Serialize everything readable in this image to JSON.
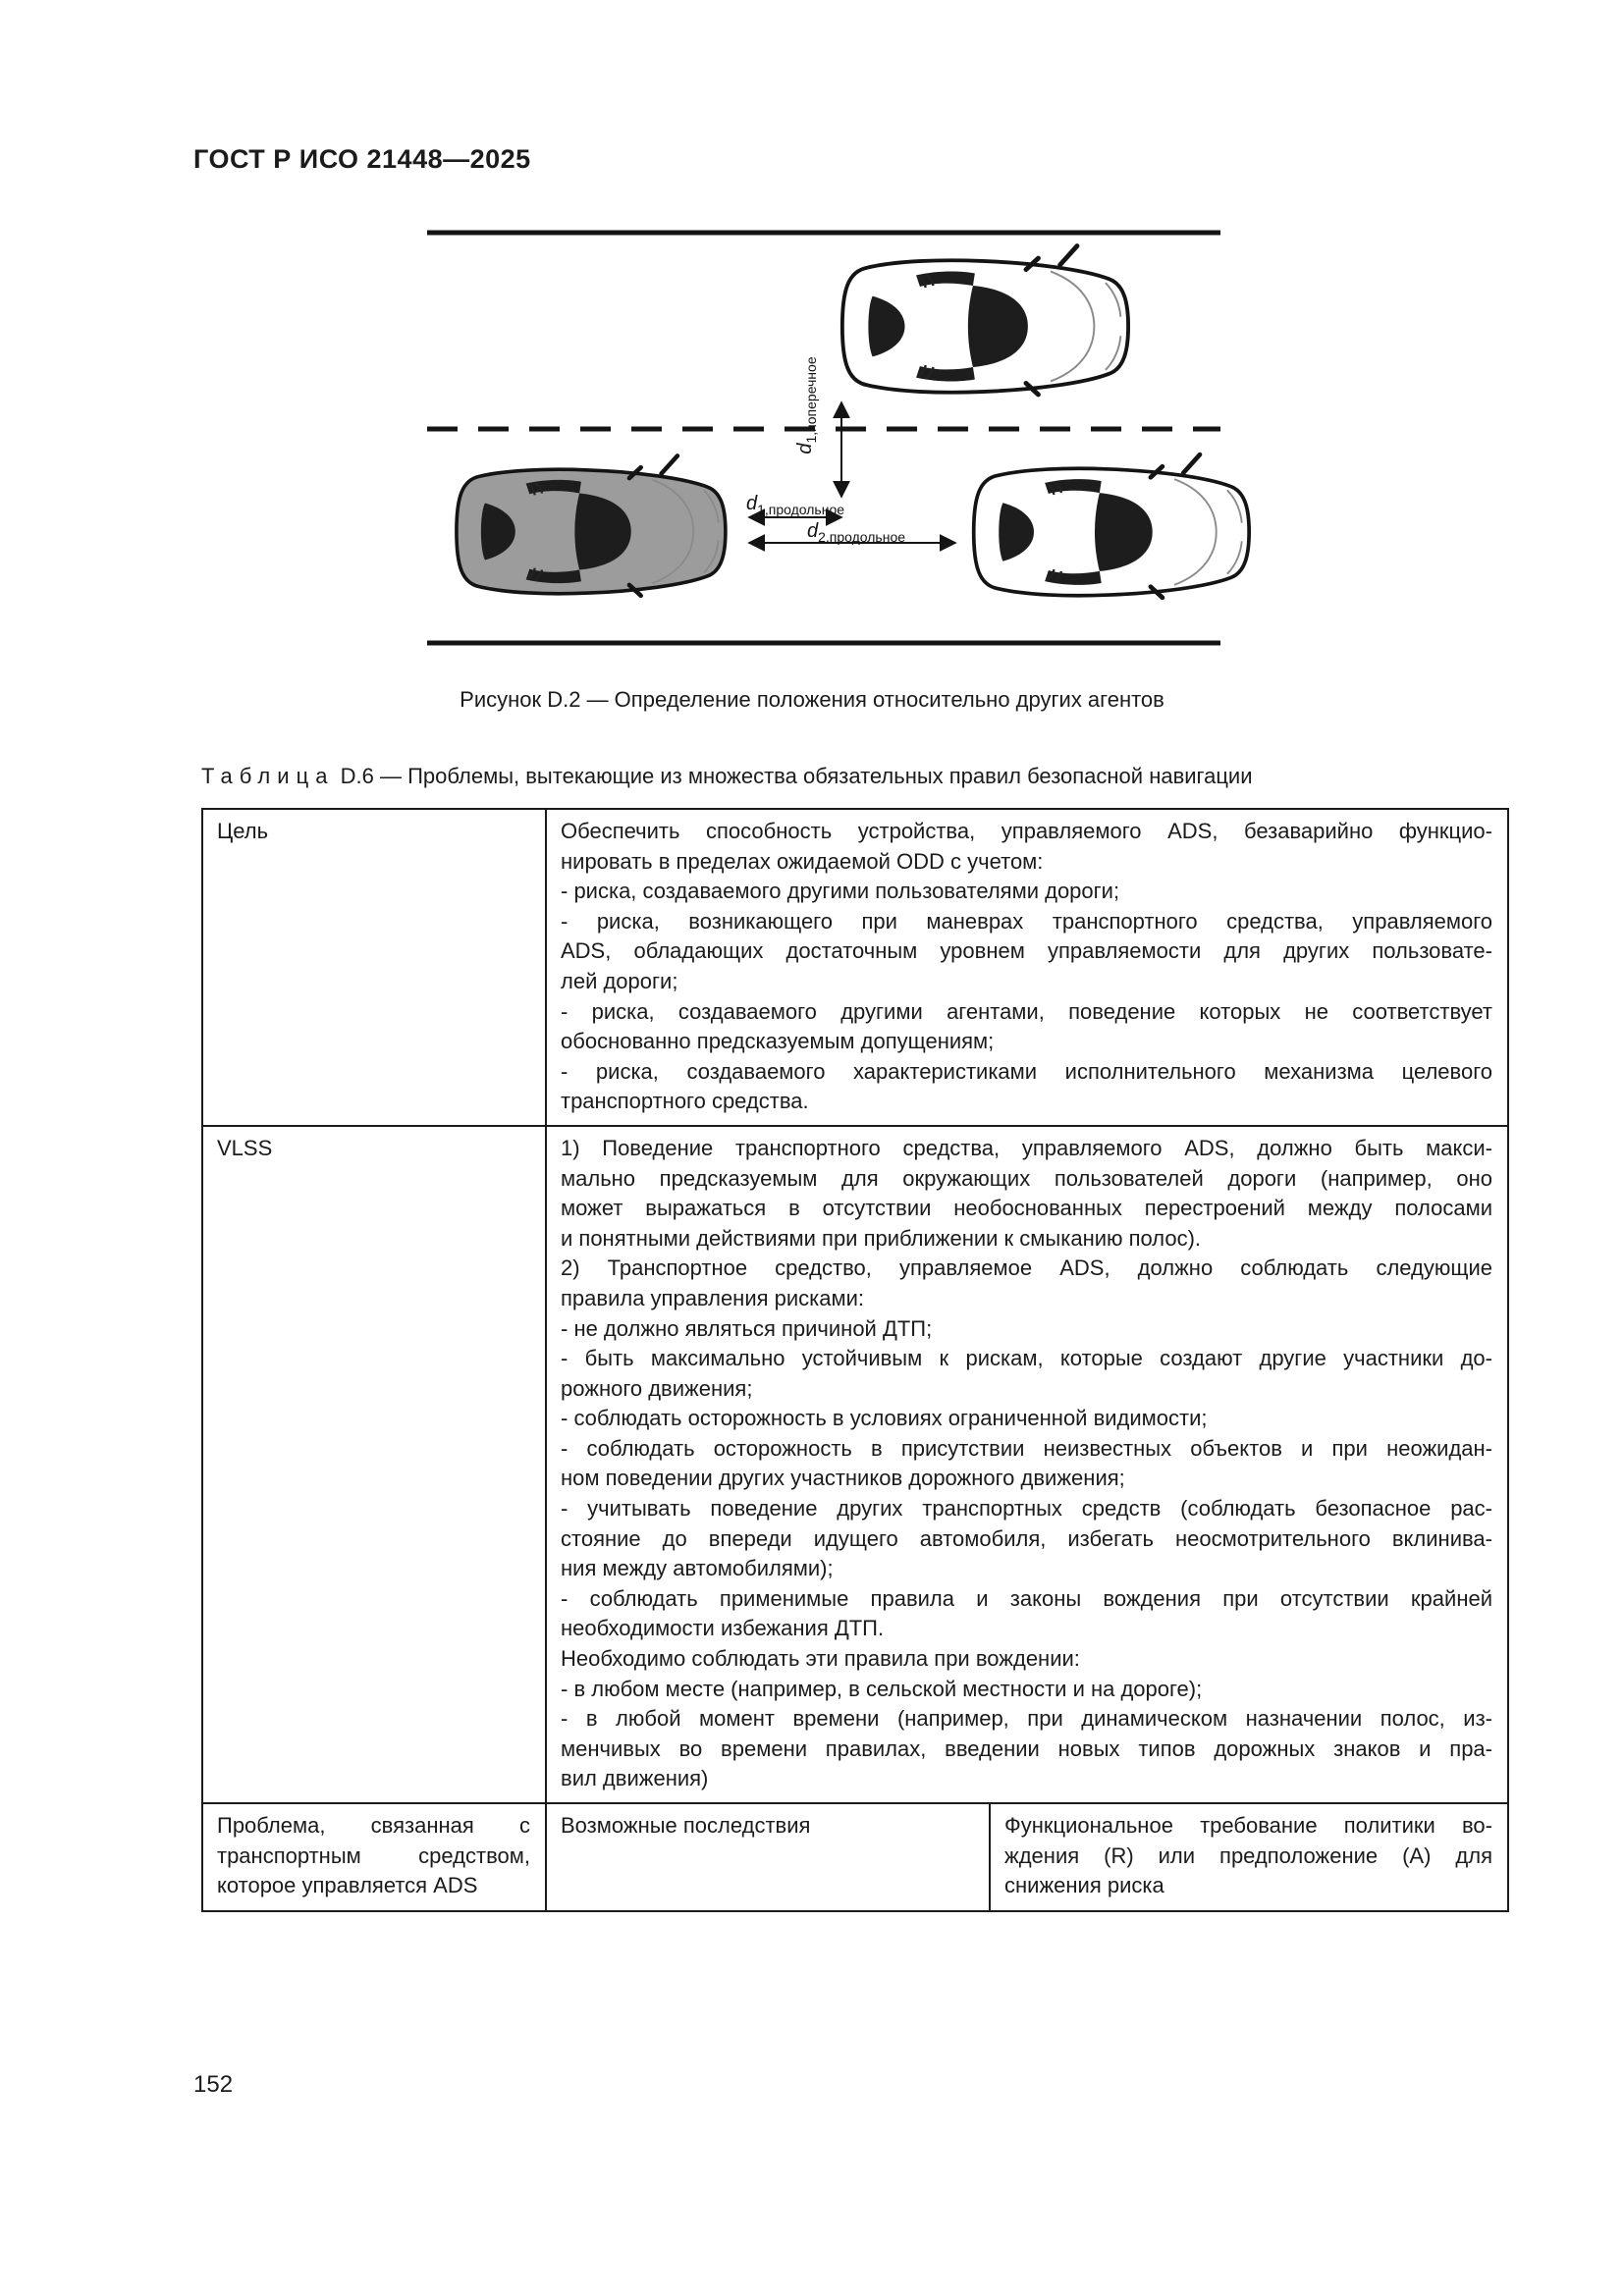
{
  "page": {
    "header": "ГОСТ Р ИСО 21448—2025",
    "page_number": "152"
  },
  "figure": {
    "caption": "Рисунок D.2 — Определение положения относительно других агентов",
    "labels": {
      "lateral": {
        "base": "d",
        "sub": "1,поперечное"
      },
      "longitudinal1": {
        "base": "d",
        "sub": "1,продольное"
      },
      "longitudinal2": {
        "base": "d",
        "sub": "2,продольное"
      }
    },
    "colors": {
      "ego_car": "#9c9c9c",
      "other_car": "#ffffff",
      "line": "#141414"
    }
  },
  "table": {
    "title_prefix": "Таблица",
    "title_rest": " D.6 — Проблемы, вытекающие из множества обязательных правил безопасной навигации",
    "rows": [
      {
        "cells": [
          {
            "paras": [
              [
                "Цель"
              ]
            ]
          },
          {
            "paras": [
              [
                "Обеспечить способность устройства, управляемого ADS, безаварийно функцио-",
                "нировать в пределах ожидаемой ODD с учетом:"
              ],
              [
                "- риска, создаваемого другими пользователями дороги;"
              ],
              [
                "- риска, возникающего при маневрах транспортного средства, управляемого",
                "ADS, обладающих достаточным уровнем управляемости для других пользовате-",
                "лей дороги;"
              ],
              [
                "- риска, создаваемого другими агентами, поведение которых не соответствует",
                "обоснованно предсказуемым допущениям;"
              ],
              [
                "- риска, создаваемого характеристиками исполнительного механизма целевого",
                "транспортного средства."
              ]
            ]
          }
        ]
      },
      {
        "cells": [
          {
            "paras": [
              [
                "VLSS"
              ]
            ]
          },
          {
            "paras": [
              [
                "1) Поведение транспортного средства, управляемого ADS, должно быть макси-",
                "мально предсказуемым для окружающих пользователей дороги (например, оно",
                "может выражаться в отсутствии необоснованных перестроений между полосами",
                "и понятными действиями при приближении к смыканию полос)."
              ],
              [
                "2) Транспортное средство, управляемое ADS, должно соблюдать следующие",
                "правила управления рисками:"
              ],
              [
                "- не должно являться причиной ДТП;"
              ],
              [
                "- быть максимально устойчивым к рискам, которые создают другие участники до-",
                "рожного движения;"
              ],
              [
                "- соблюдать осторожность в условиях ограниченной видимости;"
              ],
              [
                "- соблюдать осторожность в присутствии неизвестных объектов и при неожидан-",
                "ном поведении других участников дорожного движения;"
              ],
              [
                "- учитывать поведение других транспортных средств (соблюдать безопасное рас-",
                "стояние до впереди идущего автомобиля, избегать неосмотрительного вклинива-",
                "ния между автомобилями);"
              ],
              [
                "- соблюдать применимые правила и законы вождения при отсутствии крайней",
                "необходимости избежания ДТП."
              ],
              [
                "Необходимо соблюдать эти правила при вождении:"
              ],
              [
                "- в любом месте (например, в сельской местности и на дороге);"
              ],
              [
                "- в любой момент времени (например, при динамическом назначении полос, из-",
                "менчивых во времени правилах, введении новых типов дорожных знаков и пра-",
                "вил движения)"
              ]
            ]
          }
        ]
      },
      {
        "cells": [
          {
            "paras": [
              [
                "Проблема, связанная с",
                "транспортным средством,",
                "которое управляется ADS"
              ]
            ]
          },
          {
            "paras": [
              [
                "Возможные последствия"
              ]
            ]
          },
          {
            "paras": [
              [
                "Функциональное требование политики во-",
                "ждения (R) или предположение (A) для",
                "снижения риска"
              ]
            ]
          }
        ]
      }
    ]
  }
}
